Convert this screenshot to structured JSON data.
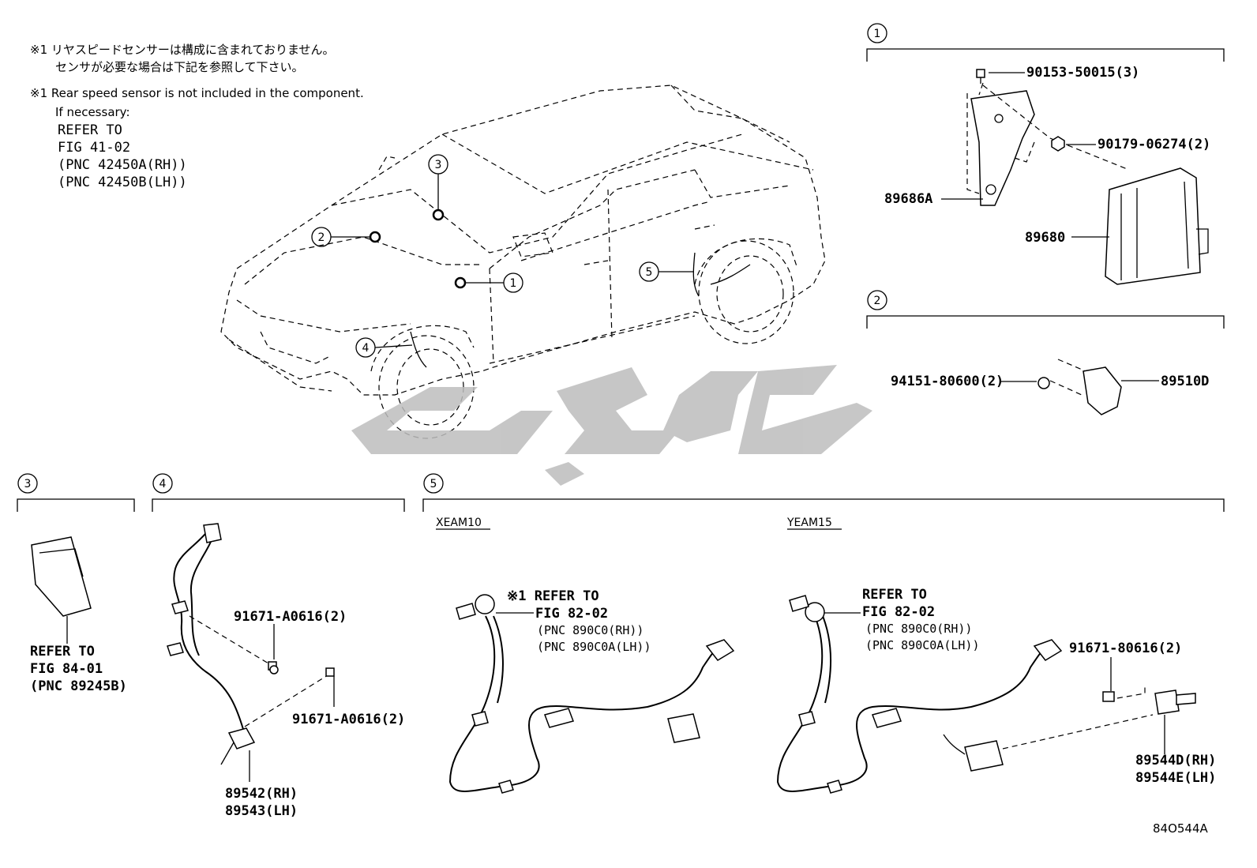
{
  "notes": {
    "jp_line1": "※1 リヤスピードセンサーは構成に含まれておりません。",
    "jp_line2": "センサが必要な場合は下記を参照して下さい。",
    "en_line1": "※1 Rear speed sensor is not included in the component.",
    "en_line2": "If necessary:",
    "ref1": "REFER TO",
    "ref2": "FIG 41-02",
    "ref3": "(PNC 42450A(RH))",
    "ref4": "(PNC 42450B(LH))"
  },
  "callouts": {
    "c1": "1",
    "c2": "2",
    "c3": "3",
    "c4": "4",
    "c5": "5"
  },
  "section1": {
    "bolt": "90153-50015(3)",
    "nut": "90179-06274(2)",
    "bracket": "89686A",
    "ecu": "89680"
  },
  "section2": {
    "nut": "94151-80600(2)",
    "sensor": "89510D"
  },
  "section3": {
    "ref1": "REFER TO",
    "ref2": "FIG 84-01",
    "ref3": "(PNC 89245B)"
  },
  "section4": {
    "bolt1": "91671-A0616(2)",
    "bolt2": "91671-A0616(2)",
    "sensor_rh": "89542(RH)",
    "sensor_lh": "89543(LH)"
  },
  "section5": {
    "model_a": "XEAM10",
    "model_b": "YEAM15",
    "a_ref1": "※1 REFER TO",
    "a_ref2": "FIG 82-02",
    "a_ref3": "(PNC 890C0(RH))",
    "a_ref4": "(PNC 890C0A(LH))",
    "b_ref1": "REFER TO",
    "b_ref2": "FIG 82-02",
    "b_ref3": "(PNC 890C0(RH))",
    "b_ref4": "(PNC 890C0A(LH))",
    "bolt": "91671-80616(2)",
    "sensor_rh": "89544D(RH)",
    "sensor_lh": "89544E(LH)"
  },
  "figure_id": "84O544A"
}
